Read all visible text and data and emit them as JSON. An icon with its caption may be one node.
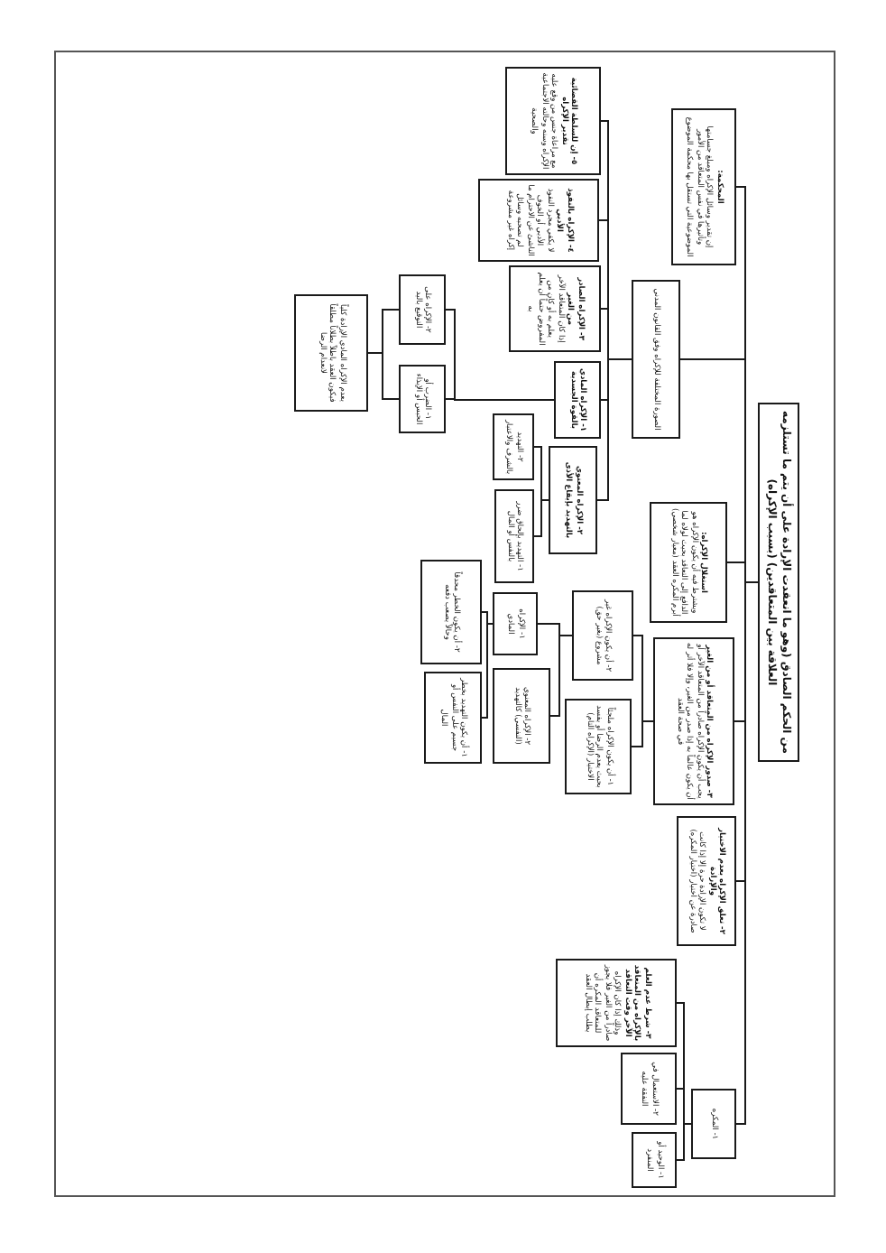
{
  "diagram": {
    "nodes": [
      {
        "text": [
          "من الحكم الصادق (وهو ما انعقدت الإرادة على أن يتم ما تستلزمه العلاقة بين المتعاقدين) (بسبب الإكراه)"
        ]
      },
      {
        "text": [
          "١- المكره"
        ]
      },
      {
        "text": [
          "١- الوحيد أو المنفرد"
        ]
      },
      {
        "text": [
          "٢- الاستعمال في النفقة عليه"
        ]
      },
      {
        "text": [
          "٣- شرط عدم العلم بالإكراه من المتعاقد الآخر وقت التعاقد",
          "وذلك إذا كان الإكراه صادراً من الغير فلا يجوز للمتعاقد المكره أن يطلب إبطال العقد"
        ]
      },
      {
        "text": [
          "٢- تعلق الإكراه بعدم الاختيار والإرادة",
          "لا تكون الإرادة حرة إلا إذا كانت صادرة عن اختيار (اختيار المكره)"
        ]
      },
      {
        "text": [
          "٣- صدور الإكراه من المتعاقد أو من الغير",
          "يجب أن يكون الإكراه صادراً من المتعاقد الآخر أو أن يكون عالماً به إذا صدر من الغير، وإلا فلا أثر له في صحة العقد"
        ]
      },
      {
        "text": [
          "١- أن يكون الإكراه ملجئاً بحيث يعدم الرضا أو يفسد الاختيار (الإكراه التام)"
        ]
      },
      {
        "text": [
          "٢- أن يكون الإكراه غير مشروع (بغير حق)"
        ]
      },
      {
        "text": [
          "٢- الإكراه المعنوي (النفسي) كالتهديد"
        ]
      },
      {
        "text": [
          "١- الإكراه المادي"
        ]
      },
      {
        "text": [
          "١- أن يكون التهديد بخطر جسيم على النفس أو المال"
        ]
      },
      {
        "text": [
          "٢- أن يكون الخطر محدقاً وحالاً يصعب دفعه"
        ]
      },
      {
        "text": [
          "استغلال الإكراه:",
          "ويشترط فيه أن يكون الإكراه هو الدافع إلى التعاقد بحيث لولاه لما أبرم المكره العقد (معيار شخصي)"
        ]
      },
      {
        "text": [
          "الصورة المختلفة للإكراه وفق القانون المدني"
        ]
      },
      {
        "text": [
          "٢- الإكراه المعنوي بالتهديد بإيقاع الأذى"
        ]
      },
      {
        "text": [
          "١- التهديد بإلحاق ضرر بالنفس أو المال"
        ]
      },
      {
        "text": [
          "٢- التهديد بالشرف والاعتبار"
        ]
      },
      {
        "text": [
          "١- الإكراه المادي بالقوة الجسدية"
        ]
      },
      {
        "text": [
          "١- الضرب أو الحبس أو الإيذاء"
        ]
      },
      {
        "text": [
          "٢- الإكراه على التوقيع باليد"
        ]
      },
      {
        "text": [
          "يعدم الإكراه المادي الإرادة كلياً فيكون العقد باطلاً بطلاناً مطلقاً لانعدام الرضا"
        ]
      },
      {
        "text": [
          "٣- الإكراه الصادر من الغير",
          "إذا كان المتعاقد الآخر يعلم به أو كان من المفروض حتماً أن يعلم به"
        ]
      },
      {
        "text": [
          "٤- الإكراه بالنفوذ الأدبي",
          "لا يكفي مجرد النفوذ الأدبي أو الخوف الناشئ عن الاحترام ما لم تصحبه وسائل إكراه غير مشروعة"
        ]
      },
      {
        "text": [
          "٥- إن للسلطة القضائية تقدير الإكراه",
          "مع مراعاة جنس من وقع عليه الإكراه وسنه وحالته الاجتماعية والصحية"
        ]
      },
      {
        "text": [
          "المحكمة:",
          "إن تقدير وسائل الإكراه ومبلغ جسامتها وتأثيرها في نفس المتعاقد من الأمور الموضوعية التي تستقل بها محكمة الموضوع"
        ]
      }
    ],
    "edges": [
      {
        "from": 0,
        "to": 1,
        "arrow": "none"
      },
      {
        "from": 0,
        "to": 5,
        "arrow": "none"
      },
      {
        "from": 0,
        "to": 6,
        "arrow": "none"
      },
      {
        "from": 0,
        "to": 13,
        "arrow": "none"
      },
      {
        "from": 0,
        "to": 14,
        "arrow": "none"
      },
      {
        "from": 0,
        "to": 25,
        "arrow": "none"
      },
      {
        "from": 1,
        "to": 2,
        "arrow": "none"
      },
      {
        "from": 1,
        "to": 3,
        "arrow": "none"
      },
      {
        "from": 1,
        "to": 4,
        "arrow": "none"
      },
      {
        "from": 6,
        "to": 7,
        "arrow": "none"
      },
      {
        "from": 6,
        "to": 8,
        "arrow": "none"
      },
      {
        "from": 8,
        "to": 9,
        "arrow": "none"
      },
      {
        "from": 8,
        "to": 10,
        "arrow": "none"
      },
      {
        "from": 10,
        "to": 11,
        "arrow": "none"
      },
      {
        "from": 10,
        "to": 12,
        "arrow": "none"
      },
      {
        "from": 14,
        "to": 15,
        "arrow": "none"
      },
      {
        "from": 14,
        "to": 18,
        "arrow": "none"
      },
      {
        "from": 14,
        "to": 22,
        "arrow": "none"
      },
      {
        "from": 14,
        "to": 23,
        "arrow": "none"
      },
      {
        "from": 14,
        "to": 24,
        "arrow": "none"
      },
      {
        "from": 15,
        "to": 16,
        "arrow": "none"
      },
      {
        "from": 15,
        "to": 17,
        "arrow": "none"
      },
      {
        "from": 18,
        "to": 19,
        "arrow": "none"
      },
      {
        "from": 18,
        "to": 20,
        "arrow": "none"
      },
      {
        "from": 19,
        "to": 21,
        "arrow": "none"
      },
      {
        "from": 20,
        "to": 21,
        "arrow": "none"
      }
    ]
  }
}
